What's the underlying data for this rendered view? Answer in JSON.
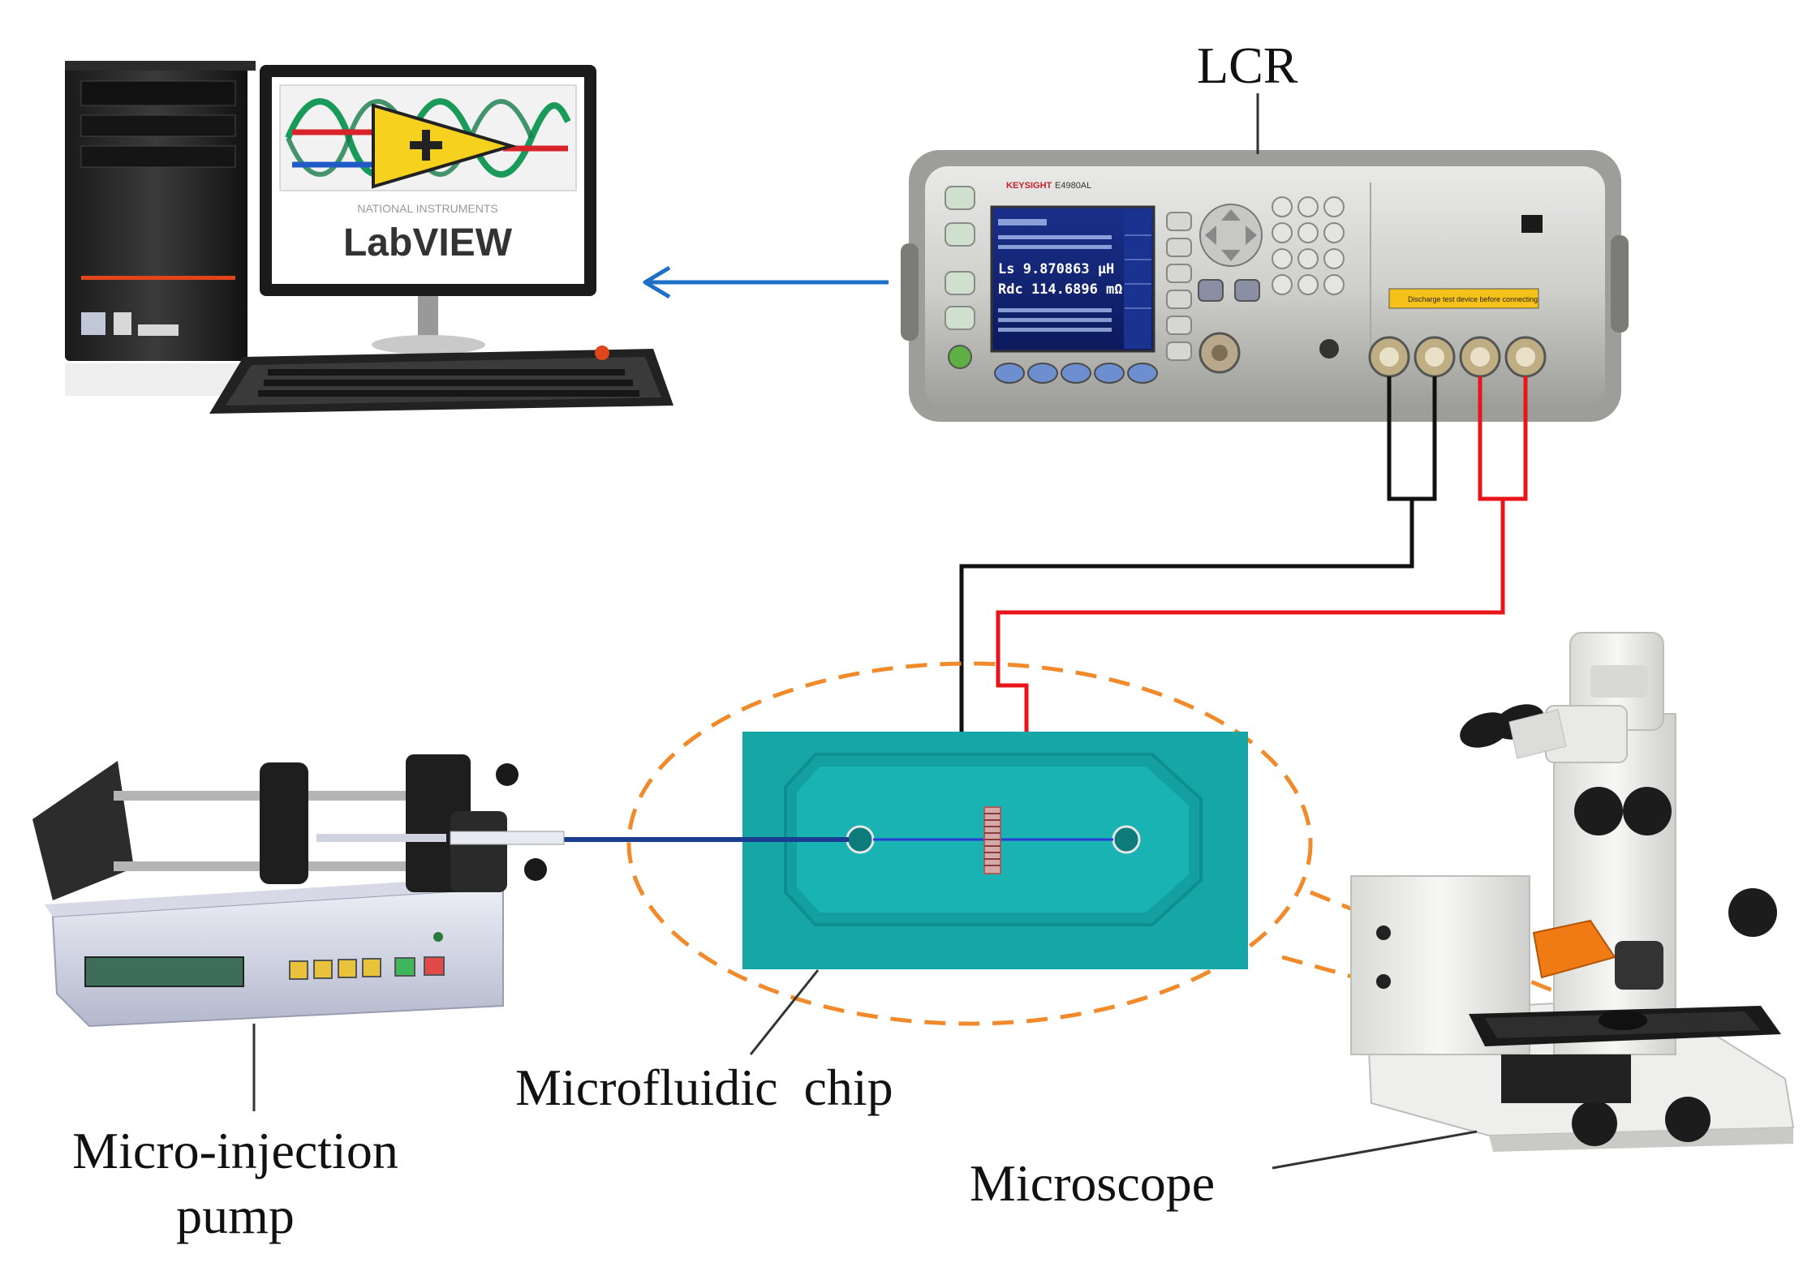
{
  "labels": {
    "lcr": "LCR",
    "chip": "Microfluidic  chip",
    "pump_line1": "Micro-injection",
    "pump_line2": "pump",
    "microscope": "Microscope"
  },
  "computer": {
    "monitor_logo_text": "LabVIEW",
    "monitor_logo_subtext": "NATIONAL INSTRUMENTS"
  },
  "lcr_meter": {
    "brand": "KEYSIGHT",
    "model": "E4980AL",
    "screen_line1": "Ls   9.870863 µH",
    "screen_line2": "Rdc  114.6896 mΩ",
    "warning": "Discharge test device before connecting"
  },
  "colors": {
    "arrow": "#1e6fc8",
    "wire_black": "#111111",
    "wire_red": "#e8151b",
    "chip": "#17a6a6",
    "chip_dark": "#0d8f8f",
    "dashed_ellipse": "#f08a2a",
    "tube": "#1b3d8f"
  },
  "icons": [
    "arrow-left-icon",
    "desktop-computer-icon",
    "lcr-meter-icon",
    "syringe-pump-icon",
    "microscope-icon",
    "coil-icon"
  ]
}
